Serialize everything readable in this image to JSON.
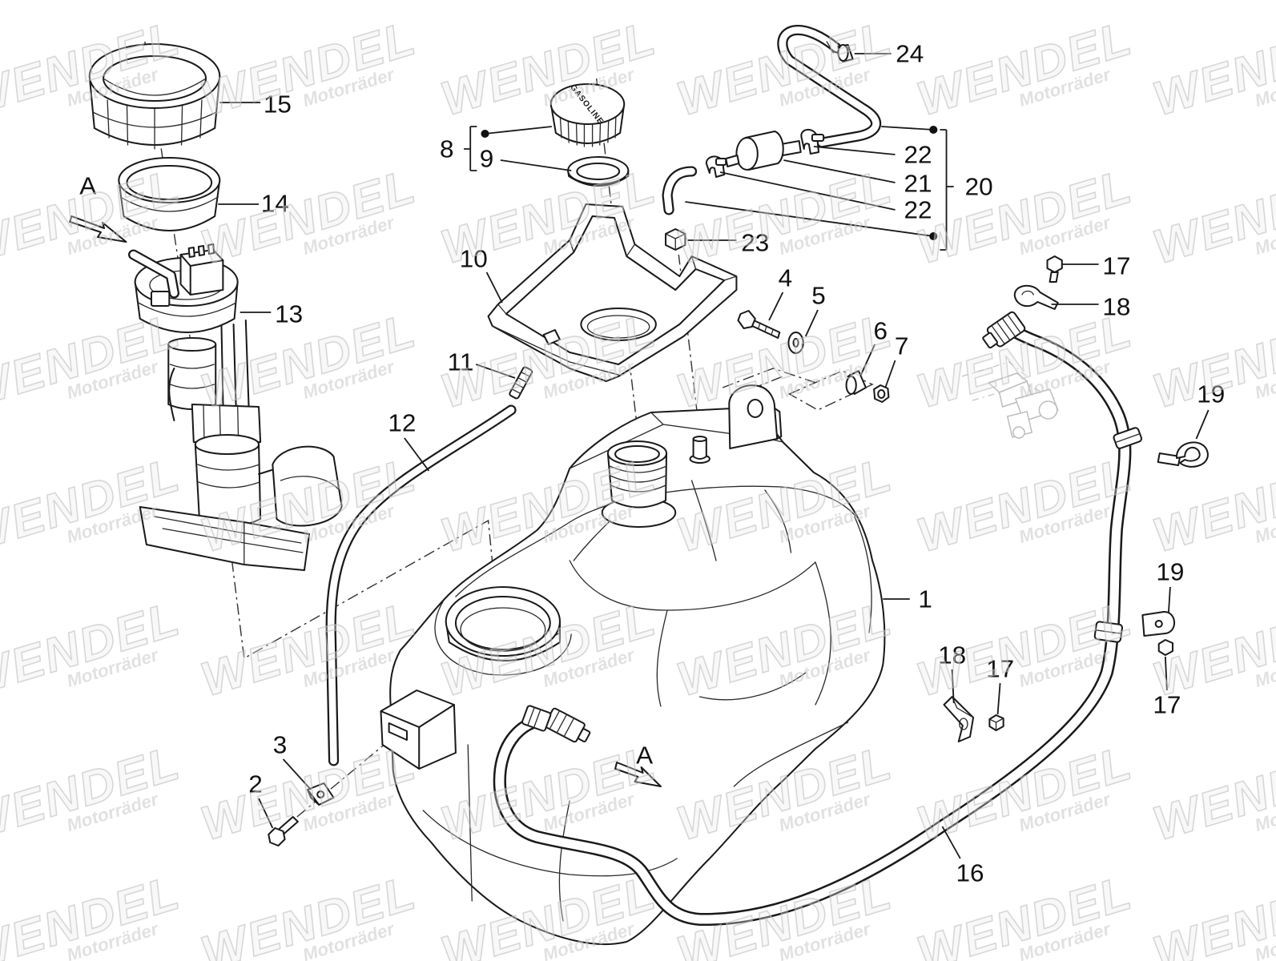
{
  "watermark": {
    "brand": "WENDEL",
    "tagline": "Motorräder"
  },
  "cap_label": "GASOLINE",
  "callouts": [
    "24",
    "15",
    "8",
    "9",
    "22",
    "21",
    "20",
    "22",
    "14",
    "23",
    "A",
    "10",
    "17",
    "13",
    "18",
    "4",
    "5",
    "6",
    "7",
    "11",
    "19",
    "12",
    "1",
    "19",
    "18",
    "17",
    "17",
    "3",
    "2",
    "A",
    "16"
  ]
}
